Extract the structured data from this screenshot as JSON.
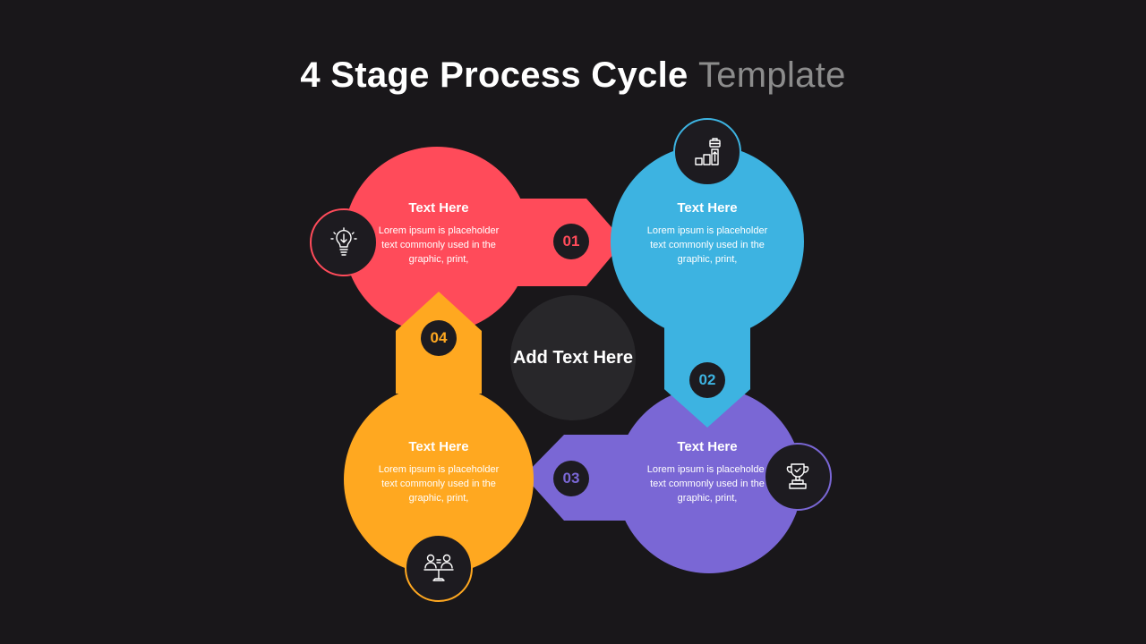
{
  "title": {
    "strong": "4 Stage Process Cycle",
    "light": "Template"
  },
  "center": {
    "label": "Add Text Here"
  },
  "stages": [
    {
      "number": "01",
      "heading": "Text Here",
      "body": "Lorem ipsum is placeholder text commonly used in the graphic, print,",
      "color": "#ff4b5a",
      "icon": "lightbulb-icon"
    },
    {
      "number": "02",
      "heading": "Text Here",
      "body": "Lorem ipsum is placeholder text commonly used in the graphic, print,",
      "color": "#3db3e1",
      "icon": "growth-chart-icon"
    },
    {
      "number": "03",
      "heading": "Text Here",
      "body": "Lorem ipsum is placeholder text commonly used in the graphic, print,",
      "color": "#7a67d5",
      "icon": "trophy-icon"
    },
    {
      "number": "04",
      "heading": "Text Here",
      "body": "Lorem ipsum is placeholder text commonly used in the graphic, print,",
      "color": "#ffa820",
      "icon": "balance-people-icon"
    }
  ],
  "center_color": "#28272a"
}
